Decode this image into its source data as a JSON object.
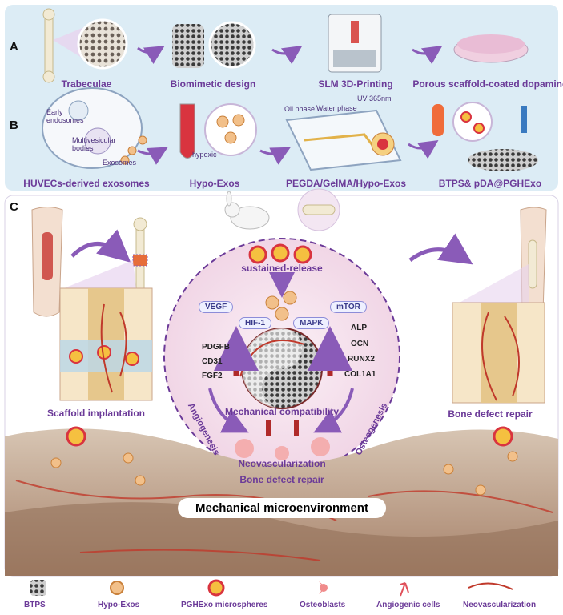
{
  "panels": {
    "a": "A",
    "b": "B",
    "c": "C"
  },
  "row_a": {
    "trabeculae": "Trabeculae",
    "biomimetic": "Biomimetic  design",
    "slm": "SLM 3D-Printing",
    "porous": "Porous scaffold-coated dopamine"
  },
  "row_b": {
    "huvecs": "HUVECs-derived exosomes",
    "hypo_exos": "Hypo-Exos",
    "pegda": "PEGDA/GelMA/Hypo-Exos",
    "btps": "BTPS& pDA@PGHExo",
    "early_endosomes": "Early endosomes",
    "multivesicular": "Multivesicular bodies",
    "exosomes": "Exosomes",
    "hypoxic": "hypoxic",
    "oil_phase": "Oil phase",
    "water_phase": "Water phase",
    "uv": "UV 365nm"
  },
  "row_c": {
    "scaffold_implantation": "Scaffold implantation",
    "bone_defect_repair_right": "Bone defect repair",
    "sustained_release": "sustained-release",
    "vegf": "VEGF",
    "mtor": "mTOR",
    "hif1": "HIF-1",
    "mapk": "MAPK",
    "pdgfb": "PDGFB",
    "cd31": "CD31",
    "fgf2": "FGF2",
    "alp": "ALP",
    "ocn": "OCN",
    "runx2": "RUNX2",
    "col1a1": "COL1A1",
    "mechanical_compatibility": "Mechanical compatibility",
    "neovascularization": "Neovascularization",
    "bone_defect_repair_center": "Bone defect repair",
    "angiogenesis": "Angiogenesis",
    "osteogenesis": "Osteogenesis",
    "mechanical_microenvironment": "Mechanical microenvironment"
  },
  "legend": {
    "btps": "BTPS",
    "hypo_exos": "Hypo-Exos",
    "pghexo": "PGHExo microspheres",
    "osteoblasts": "Osteoblasts",
    "angiogenic": "Angiogenic cells",
    "neovascularization": "Neovascularization"
  },
  "colors": {
    "accent_purple": "#6b3a98",
    "panel_bg": "#dcecf5",
    "arrow_purple": "#8a5bb8",
    "vessel_red": "#c0392b",
    "circle_pink": "#f7e4ef"
  }
}
